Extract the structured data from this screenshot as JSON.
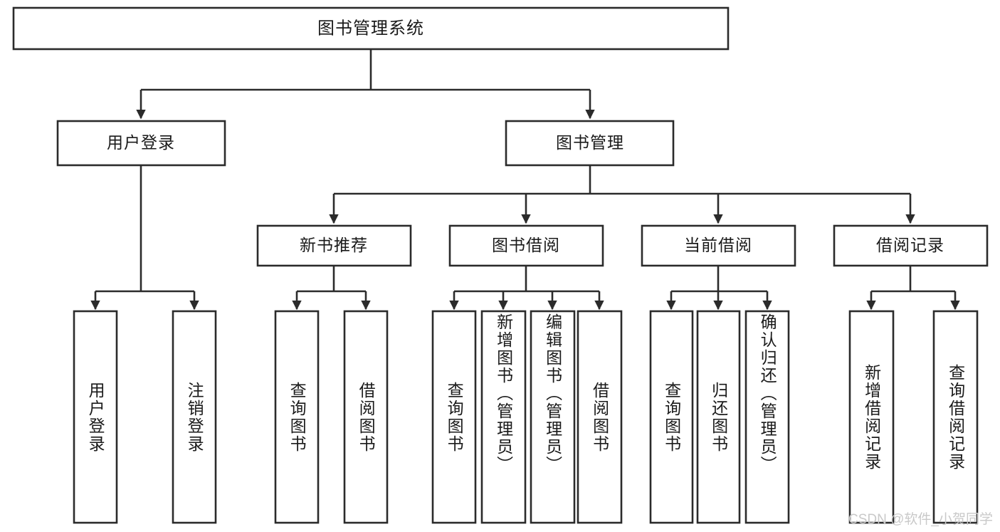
{
  "diagram": {
    "type": "tree",
    "title": "图书管理系统",
    "watermark": "CSDN @软件_小贺同学",
    "colors": {
      "stroke": "#2b2b2b",
      "fill": "#ffffff",
      "text": "#1a1a1a",
      "watermark": "#c9c9c9"
    },
    "root": {
      "label": "图书管理系统"
    },
    "level2": [
      {
        "label": "用户登录"
      },
      {
        "label": "图书管理"
      }
    ],
    "level3": [
      {
        "label": "新书推荐"
      },
      {
        "label": "图书借阅"
      },
      {
        "label": "当前借阅"
      },
      {
        "label": "借阅记录"
      }
    ],
    "leaves": {
      "user_login": [
        {
          "label": "用户登录"
        },
        {
          "label": "注销登录"
        }
      ],
      "new_book_recommend": [
        {
          "label": "查询图书"
        },
        {
          "label": "借阅图书"
        }
      ],
      "book_borrow": [
        {
          "label": "查询图书"
        },
        {
          "label": "新增图书（管理员）"
        },
        {
          "label": "编辑图书（管理员）"
        },
        {
          "label": "借阅图书"
        }
      ],
      "current_borrow": [
        {
          "label": "查询图书"
        },
        {
          "label": "归还图书"
        },
        {
          "label": "确认归还（管理员）"
        }
      ],
      "borrow_record": [
        {
          "label": "新增借阅记录"
        },
        {
          "label": "查询借阅记录"
        }
      ]
    }
  }
}
